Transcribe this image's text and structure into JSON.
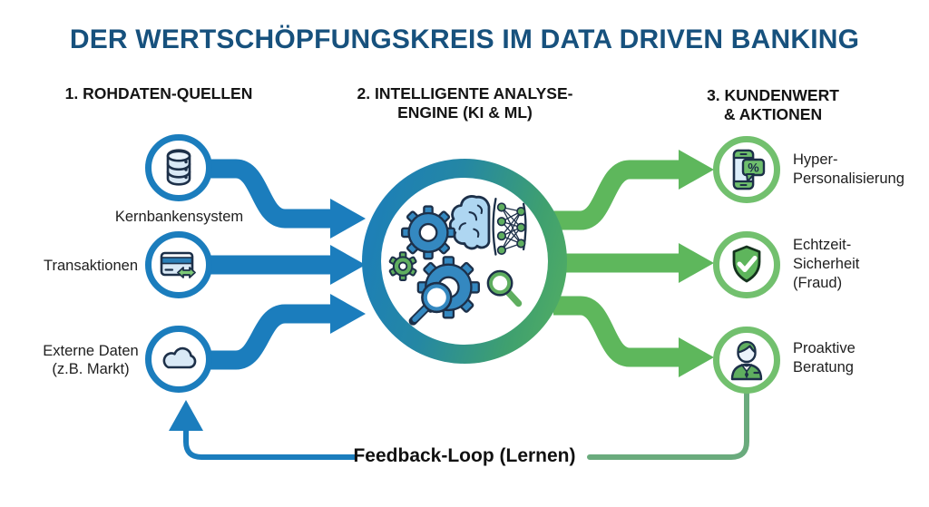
{
  "title": "DER WERTSCHÖPFUNGSKREIS IM DATA DRIVEN BANKING",
  "columns": {
    "sources": {
      "header": "1. ROHDATEN-QUELLEN",
      "items": [
        {
          "icon": "database-icon",
          "label": "Kernbankensystem"
        },
        {
          "icon": "credit-card-icon",
          "label": "Transaktionen"
        },
        {
          "icon": "cloud-icon",
          "label_lines": [
            "Externe Daten",
            "(z.B. Markt)"
          ]
        }
      ]
    },
    "engine": {
      "header_lines": [
        "2. INTELLIGENTE ANALYSE-",
        "ENGINE (KI & ML)"
      ],
      "icons": [
        "gear-icon",
        "brain-icon",
        "neural-network-icon",
        "magnifier-icon"
      ]
    },
    "outcomes": {
      "header_lines": [
        "3. KUNDENWERT",
        "& AKTIONEN"
      ],
      "items": [
        {
          "icon": "smartphone-percent-icon",
          "badge": "%",
          "label_lines": [
            "Hyper-",
            "Personalisierung"
          ]
        },
        {
          "icon": "shield-check-icon",
          "label_lines": [
            "Echtzeit-",
            "Sicherheit",
            "(Fraud)"
          ]
        },
        {
          "icon": "advisor-icon",
          "label_lines": [
            "Proaktive",
            "Beratung"
          ]
        }
      ]
    }
  },
  "feedback": {
    "label": "Feedback-Loop (Lernen)"
  },
  "colors": {
    "title_blue": "#17517d",
    "heading_text": "#141414",
    "arrow_blue": "#1b7dbd",
    "arrow_green": "#5eb75c",
    "ring_green": "#72c06e",
    "feedback_green": "#6aab7d",
    "icon_outline": "#1d3049",
    "icon_fill_light": "#d9e9f6",
    "icon_green": "#5fae5f"
  }
}
